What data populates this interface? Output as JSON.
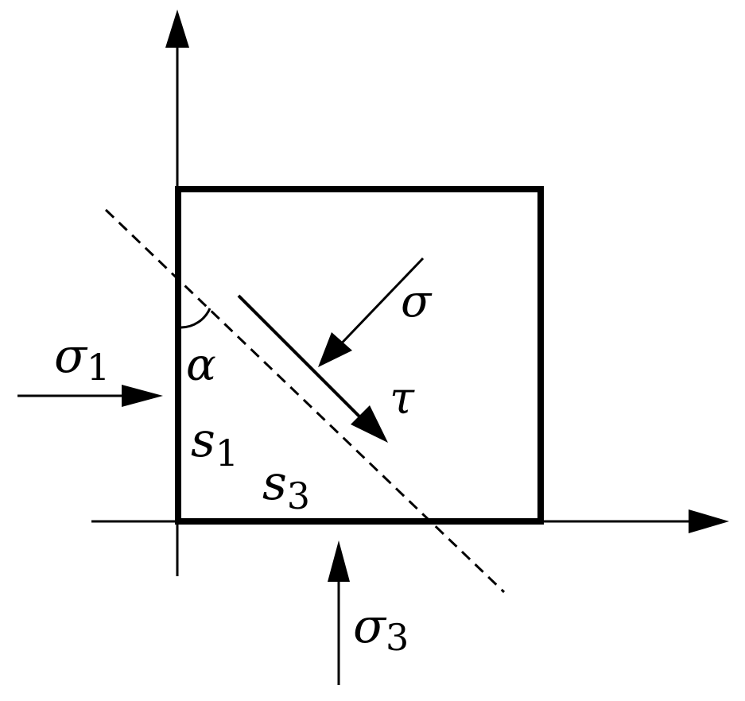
{
  "labels": {
    "sigma": "σ",
    "tau": "τ",
    "alpha": "α",
    "sigma1": {
      "base": "σ",
      "sub": "1"
    },
    "sigma3": {
      "base": "σ",
      "sub": "3"
    },
    "s1": {
      "base": "s",
      "sub": "1"
    },
    "s3": {
      "base": "s",
      "sub": "3"
    }
  },
  "colors": {
    "stroke": "#000000",
    "background": "#ffffff"
  }
}
